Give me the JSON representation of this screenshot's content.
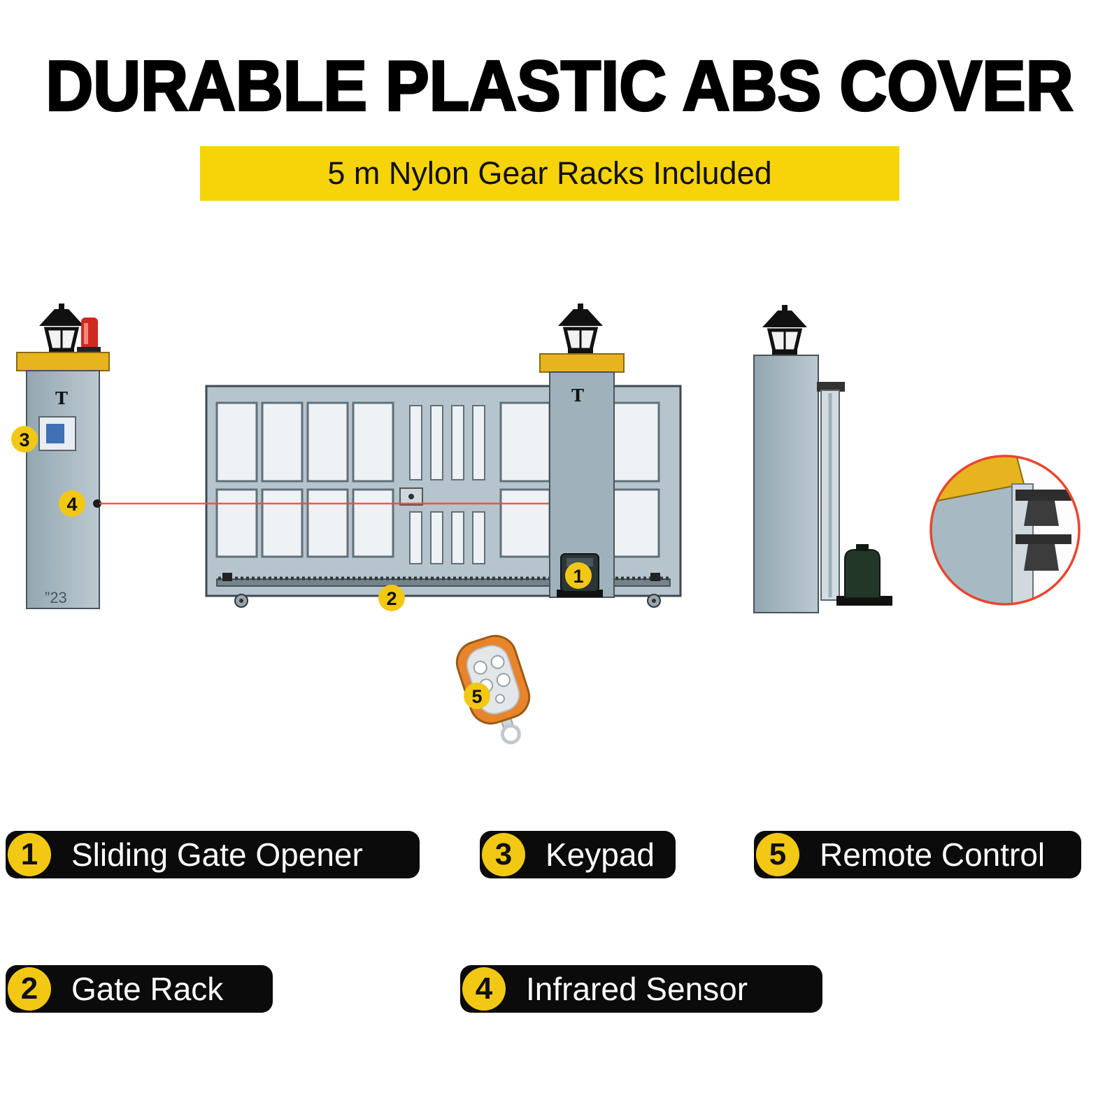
{
  "title": "DURABLE PLASTIC ABS COVER",
  "banner": {
    "text": "5 m Nylon Gear Racks Included"
  },
  "diagram": {
    "pillar_text": "”23",
    "pillar_logo": "T"
  },
  "legend": {
    "items": [
      {
        "num": "1",
        "label": "Sliding Gate Opener"
      },
      {
        "num": "2",
        "label": "Gate Rack"
      },
      {
        "num": "3",
        "label": "Keypad"
      },
      {
        "num": "4",
        "label": "Infrared Sensor"
      },
      {
        "num": "5",
        "label": "Remote Control"
      }
    ]
  },
  "colors": {
    "accent_yellow": "#f2c814",
    "banner_yellow": "#f7d30a",
    "cap_yellow": "#e7b41f",
    "pill_black": "#0b0b0b",
    "laser_red": "#f04c2e",
    "inset_ring_red": "#e8462e",
    "remote_orange": "#e8842c",
    "gate_gray": "#b6c4cd"
  }
}
